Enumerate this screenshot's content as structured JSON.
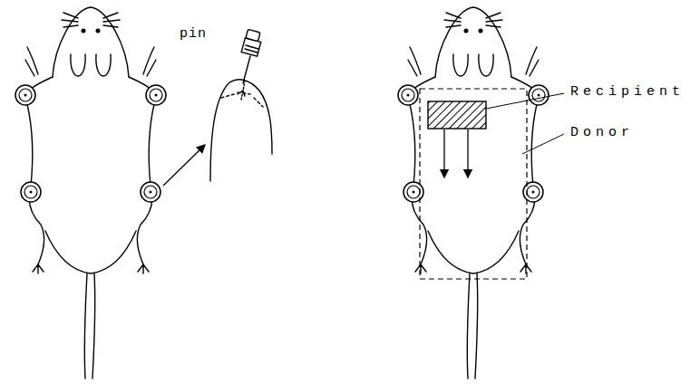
{
  "diagram": {
    "labels": [
      "pin",
      "Recipient",
      "Donor"
    ]
  }
}
